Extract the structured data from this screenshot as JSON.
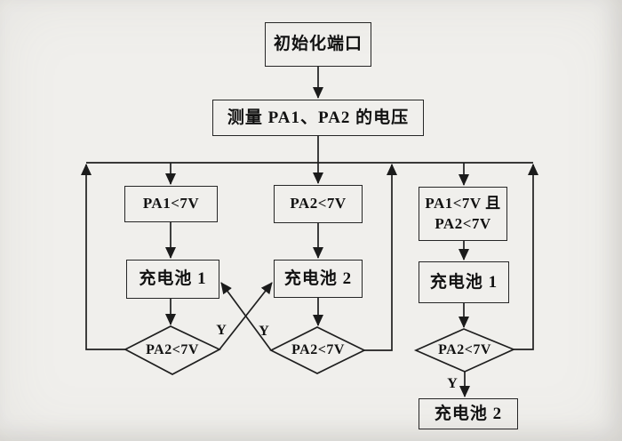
{
  "figure": {
    "type": "flowchart",
    "language": "zh-CN",
    "colors": {
      "background": "#f0efec",
      "line": "#1b1b1b",
      "text": "#111111"
    }
  },
  "nodes": {
    "init": "初始化端口",
    "measure": "测量 PA1、PA2 的电压",
    "cond_left": "PA1<7V",
    "cond_mid": "PA2<7V",
    "cond_right_line1": "PA1<7V 且",
    "cond_right_line2": "PA2<7V",
    "charge1_left": "充电池 1",
    "charge2_mid": "充电池 2",
    "charge1_right": "充电池 1",
    "charge2_final": "充电池 2"
  },
  "decisions": {
    "left": "PA2<7V",
    "mid": "PA2<7V",
    "right": "PA2<7V"
  },
  "edge_labels": {
    "yes_left": "Y",
    "yes_mid": "Y",
    "yes_right": "Y"
  }
}
